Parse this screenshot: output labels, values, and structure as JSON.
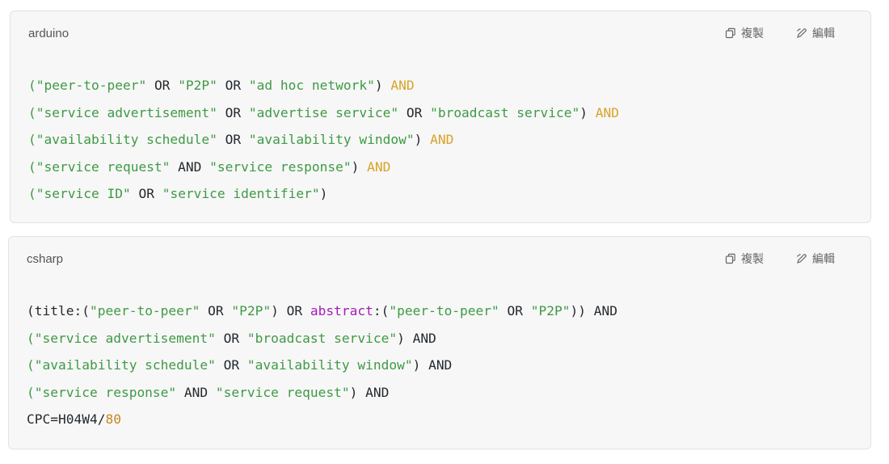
{
  "actions": {
    "copy_label": "複製",
    "edit_label": "編輯",
    "copy_icon": "copy-icon",
    "edit_icon": "edit-icon"
  },
  "colors": {
    "string": "#3f9a45",
    "keyword": "#d8a326",
    "function": "#a11fb4",
    "number": "#c9851c",
    "text": "#24292e",
    "block_bg": "#f7f7f7"
  },
  "blocks": [
    {
      "language": "arduino",
      "lines": [
        [
          {
            "t": "str",
            "v": "(\"peer-to-peer\" "
          },
          {
            "t": "op",
            "v": "OR "
          },
          {
            "t": "str",
            "v": "\"P2P\" "
          },
          {
            "t": "op",
            "v": "OR "
          },
          {
            "t": "str",
            "v": "\"ad hoc network\""
          },
          {
            "t": "op",
            "v": ") "
          },
          {
            "t": "kw",
            "v": "AND"
          }
        ],
        [
          {
            "t": "str",
            "v": "(\"service advertisement\" "
          },
          {
            "t": "op",
            "v": "OR "
          },
          {
            "t": "str",
            "v": "\"advertise service\" "
          },
          {
            "t": "op",
            "v": "OR "
          },
          {
            "t": "str",
            "v": "\"broadcast service\""
          },
          {
            "t": "op",
            "v": ") "
          },
          {
            "t": "kw",
            "v": "AND"
          }
        ],
        [
          {
            "t": "str",
            "v": "(\"availability schedule\" "
          },
          {
            "t": "op",
            "v": "OR "
          },
          {
            "t": "str",
            "v": "\"availability window\""
          },
          {
            "t": "op",
            "v": ") "
          },
          {
            "t": "kw",
            "v": "AND"
          }
        ],
        [
          {
            "t": "str",
            "v": "(\"service request\" "
          },
          {
            "t": "op",
            "v": "AND "
          },
          {
            "t": "str",
            "v": "\"service response\""
          },
          {
            "t": "op",
            "v": ") "
          },
          {
            "t": "kw",
            "v": "AND"
          }
        ],
        [
          {
            "t": "str",
            "v": "(\"service ID\" "
          },
          {
            "t": "op",
            "v": "OR "
          },
          {
            "t": "str",
            "v": "\"service identifier\""
          },
          {
            "t": "op",
            "v": ")"
          }
        ]
      ]
    },
    {
      "language": "csharp",
      "lines": [
        [
          {
            "t": "op",
            "v": "(title:("
          },
          {
            "t": "str",
            "v": "\"peer-to-peer\" "
          },
          {
            "t": "op",
            "v": "OR "
          },
          {
            "t": "str",
            "v": "\"P2P\""
          },
          {
            "t": "op",
            "v": ") OR "
          },
          {
            "t": "fn",
            "v": "abstract"
          },
          {
            "t": "op",
            "v": ":("
          },
          {
            "t": "str",
            "v": "\"peer-to-peer\" "
          },
          {
            "t": "op",
            "v": "OR "
          },
          {
            "t": "str",
            "v": "\"P2P\""
          },
          {
            "t": "op",
            "v": ")) AND"
          }
        ],
        [
          {
            "t": "str",
            "v": "(\"service advertisement\" "
          },
          {
            "t": "op",
            "v": "OR "
          },
          {
            "t": "str",
            "v": "\"broadcast service\""
          },
          {
            "t": "op",
            "v": ") AND"
          }
        ],
        [
          {
            "t": "str",
            "v": "(\"availability schedule\" "
          },
          {
            "t": "op",
            "v": "OR "
          },
          {
            "t": "str",
            "v": "\"availability window\""
          },
          {
            "t": "op",
            "v": ") AND"
          }
        ],
        [
          {
            "t": "str",
            "v": "(\"service response\" "
          },
          {
            "t": "op",
            "v": "AND "
          },
          {
            "t": "str",
            "v": "\"service request\""
          },
          {
            "t": "op",
            "v": ") AND"
          }
        ],
        [
          {
            "t": "op",
            "v": "CPC=H04W4/"
          },
          {
            "t": "num",
            "v": "80"
          }
        ]
      ]
    }
  ]
}
